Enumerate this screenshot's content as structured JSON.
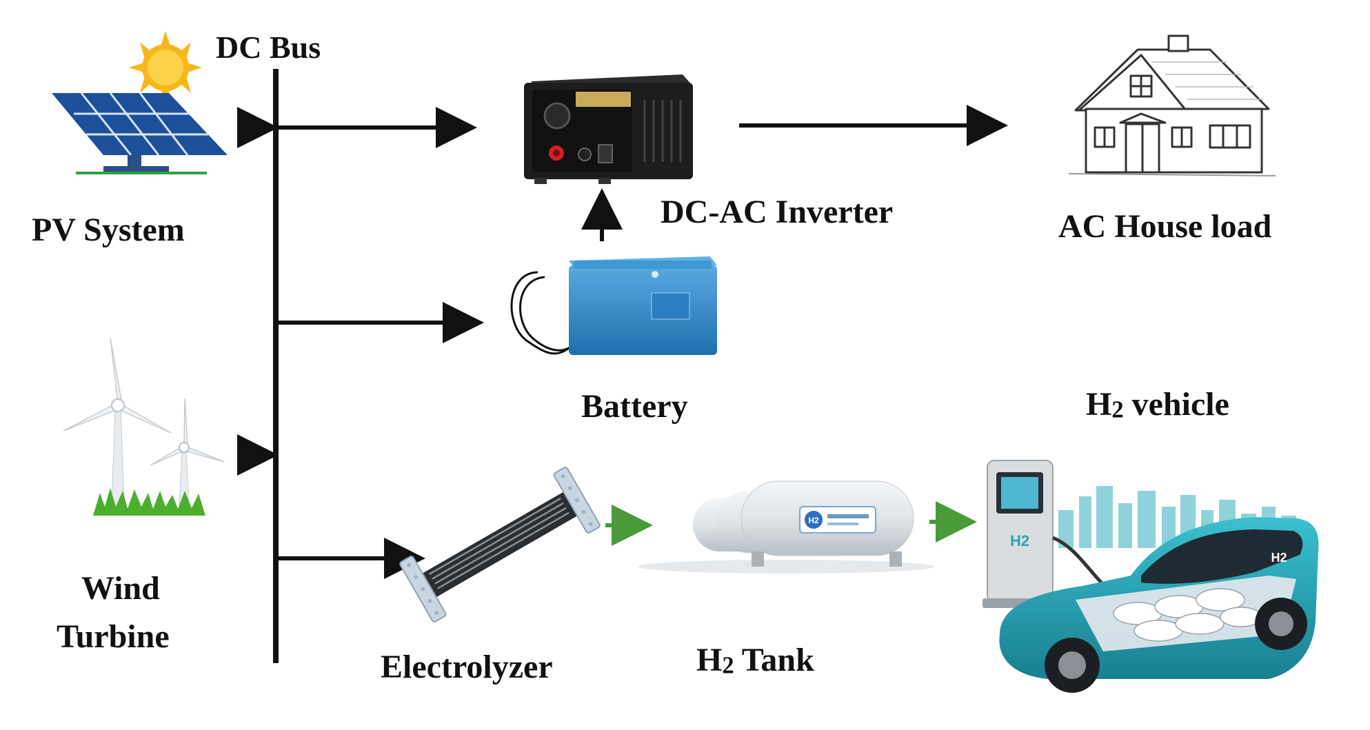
{
  "labels": {
    "dc_bus": "DC Bus",
    "pv_system": "PV System",
    "wind_line1": "Wind",
    "wind_line2": "Turbine",
    "inverter": "DC-AC Inverter",
    "house": "AC House load",
    "battery": "Battery",
    "electrolyzer": "Electrolyzer",
    "h2_tank_sub": "2",
    "h2_tank_rest": " Tank",
    "h2_vehicle_sub": "2",
    "h2_vehicle_rest": " vehicle",
    "h_letter": "H"
  },
  "device_text": {
    "station_badge": "H2",
    "car_badge": "H2",
    "tank_badge": "H2"
  },
  "colors": {
    "power_arrow": "#111111",
    "hydrogen_arrow": "#4a9a3a",
    "battery_blue": "#2e86c9",
    "car_teal": "#2aa6b8",
    "panel_blue": "#2f6fc2",
    "sun_yellow": "#f7b718"
  }
}
